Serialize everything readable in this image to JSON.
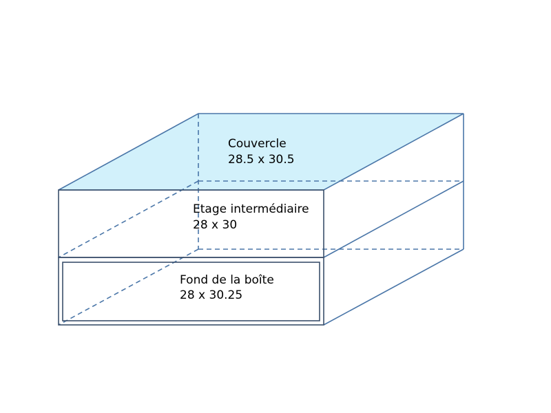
{
  "colors": {
    "edge": "#4a76a8",
    "inner_frame": "#3a4f6b",
    "lid_fill": "#d2f1fb",
    "text": "#000000"
  },
  "layers": {
    "lid": {
      "name": "Couvercle",
      "dimensions": "28.5 x 30.5"
    },
    "middle": {
      "name": "Etage intermédiaire",
      "dimensions": "28 x 30"
    },
    "bottom": {
      "name": "Fond de la boîte",
      "dimensions": "28 x 30.25"
    }
  }
}
